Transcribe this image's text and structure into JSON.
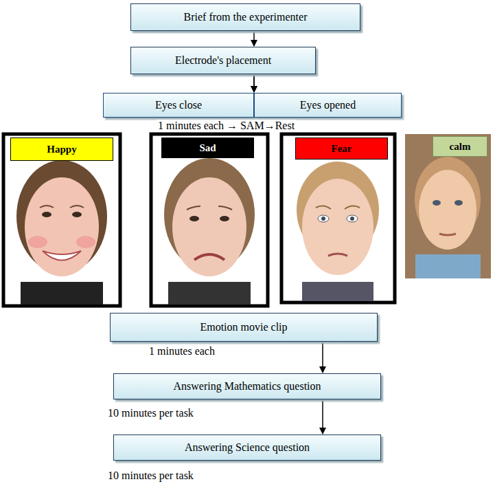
{
  "diagram": {
    "nodes": [
      {
        "text": [
          "Brief from the experimenter"
        ]
      },
      {
        "text": [
          "Electrode's placement"
        ]
      },
      {
        "text": [
          "Eyes close"
        ]
      },
      {
        "text": [
          "Eyes opened"
        ]
      },
      {
        "text": [
          "Happy"
        ]
      },
      {
        "text": [
          "Sad"
        ]
      },
      {
        "text": [
          "Fear"
        ]
      },
      {
        "text": [
          "calm"
        ]
      },
      {
        "text": [
          "Emotion movie clip"
        ]
      },
      {
        "text": [
          "Answering Mathematics question"
        ]
      },
      {
        "text": [
          "Answering Science question"
        ]
      }
    ],
    "edges": [
      {
        "from": 0,
        "to": 1,
        "arrow": "to"
      },
      {
        "from": 1,
        "to": 2,
        "arrow": "to"
      },
      {
        "from": 1,
        "to": 3,
        "arrow": "to"
      },
      {
        "from": 8,
        "to": 9,
        "arrow": "to"
      },
      {
        "from": 9,
        "to": 10,
        "arrow": "to"
      }
    ],
    "labels": [
      "1 minutes each → SAM→Rest",
      "1 minutes each",
      "10 minutes per task",
      "10 minutes per task"
    ]
  }
}
